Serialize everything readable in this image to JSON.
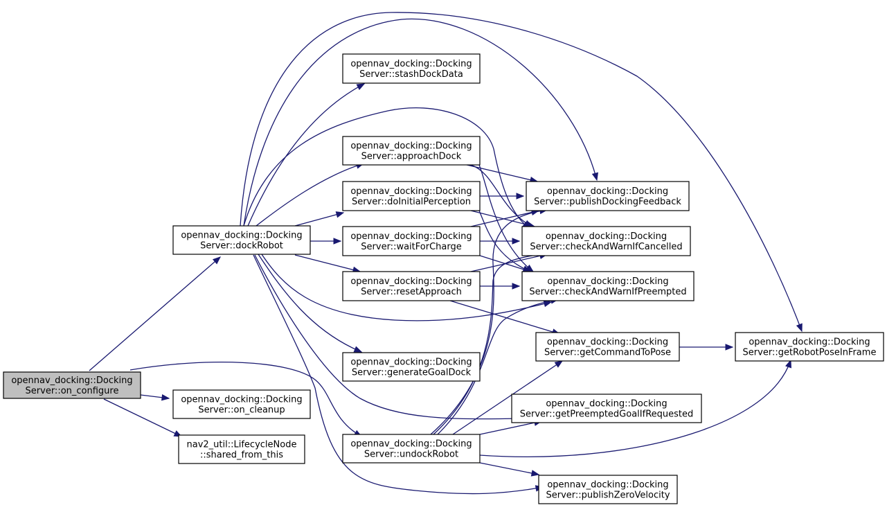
{
  "diagram": {
    "edge_color": "#191970",
    "root_fill": "#bfbfbf",
    "nodes": [
      {
        "id": "on_configure",
        "line1": "opennav_docking::Docking",
        "line2": "Server::on_configure",
        "root": true
      },
      {
        "id": "dockRobot",
        "line1": "opennav_docking::Docking",
        "line2": "Server::dockRobot"
      },
      {
        "id": "on_cleanup",
        "line1": "opennav_docking::Docking",
        "line2": "Server::on_cleanup"
      },
      {
        "id": "shared_from_this",
        "line1": "nav2_util::LifecycleNode",
        "line2": "::shared_from_this"
      },
      {
        "id": "undockRobot",
        "line1": "opennav_docking::Docking",
        "line2": "Server::undockRobot"
      },
      {
        "id": "stashDockData",
        "line1": "opennav_docking::Docking",
        "line2": "Server::stashDockData"
      },
      {
        "id": "approachDock",
        "line1": "opennav_docking::Docking",
        "line2": "Server::approachDock"
      },
      {
        "id": "doInitialPerception",
        "line1": "opennav_docking::Docking",
        "line2": "Server::doInitialPerception"
      },
      {
        "id": "waitForCharge",
        "line1": "opennav_docking::Docking",
        "line2": "Server::waitForCharge"
      },
      {
        "id": "resetApproach",
        "line1": "opennav_docking::Docking",
        "line2": "Server::resetApproach"
      },
      {
        "id": "generateGoalDock",
        "line1": "opennav_docking::Docking",
        "line2": "Server::generateGoalDock"
      },
      {
        "id": "publishDockingFeedback",
        "line1": "opennav_docking::Docking",
        "line2": "Server::publishDockingFeedback"
      },
      {
        "id": "checkAndWarnIfCancelled",
        "line1": "opennav_docking::Docking",
        "line2": "Server::checkAndWarnIfCancelled"
      },
      {
        "id": "checkAndWarnIfPreempted",
        "line1": "opennav_docking::Docking",
        "line2": "Server::checkAndWarnIfPreempted"
      },
      {
        "id": "getCommandToPose",
        "line1": "opennav_docking::Docking",
        "line2": "Server::getCommandToPose"
      },
      {
        "id": "getPreemptedGoalIfRequested",
        "line1": "opennav_docking::Docking",
        "line2": "Server::getPreemptedGoalIfRequested"
      },
      {
        "id": "publishZeroVelocity",
        "line1": "opennav_docking::Docking",
        "line2": "Server::publishZeroVelocity"
      },
      {
        "id": "getRobotPoseInFrame",
        "line1": "opennav_docking::Docking",
        "line2": "Server::getRobotPoseInFrame"
      }
    ],
    "edges": [
      {
        "from": "on_configure",
        "to": "dockRobot"
      },
      {
        "from": "on_configure",
        "to": "on_cleanup"
      },
      {
        "from": "on_configure",
        "to": "shared_from_this"
      },
      {
        "from": "on_configure",
        "to": "undockRobot"
      },
      {
        "from": "dockRobot",
        "to": "stashDockData"
      },
      {
        "from": "dockRobot",
        "to": "approachDock"
      },
      {
        "from": "dockRobot",
        "to": "doInitialPerception"
      },
      {
        "from": "dockRobot",
        "to": "waitForCharge"
      },
      {
        "from": "dockRobot",
        "to": "resetApproach"
      },
      {
        "from": "dockRobot",
        "to": "generateGoalDock"
      },
      {
        "from": "dockRobot",
        "to": "publishDockingFeedback"
      },
      {
        "from": "dockRobot",
        "to": "checkAndWarnIfCancelled"
      },
      {
        "from": "dockRobot",
        "to": "checkAndWarnIfPreempted"
      },
      {
        "from": "dockRobot",
        "to": "getRobotPoseInFrame"
      },
      {
        "from": "dockRobot",
        "to": "getPreemptedGoalIfRequested"
      },
      {
        "from": "dockRobot",
        "to": "publishZeroVelocity"
      },
      {
        "from": "approachDock",
        "to": "publishDockingFeedback"
      },
      {
        "from": "approachDock",
        "to": "checkAndWarnIfCancelled"
      },
      {
        "from": "approachDock",
        "to": "checkAndWarnIfPreempted"
      },
      {
        "from": "doInitialPerception",
        "to": "publishDockingFeedback"
      },
      {
        "from": "doInitialPerception",
        "to": "checkAndWarnIfCancelled"
      },
      {
        "from": "doInitialPerception",
        "to": "checkAndWarnIfPreempted"
      },
      {
        "from": "waitForCharge",
        "to": "publishDockingFeedback"
      },
      {
        "from": "waitForCharge",
        "to": "checkAndWarnIfCancelled"
      },
      {
        "from": "waitForCharge",
        "to": "checkAndWarnIfPreempted"
      },
      {
        "from": "resetApproach",
        "to": "checkAndWarnIfCancelled"
      },
      {
        "from": "resetApproach",
        "to": "checkAndWarnIfPreempted"
      },
      {
        "from": "resetApproach",
        "to": "getCommandToPose"
      },
      {
        "from": "getCommandToPose",
        "to": "getRobotPoseInFrame"
      },
      {
        "from": "undockRobot",
        "to": "publishDockingFeedback"
      },
      {
        "from": "undockRobot",
        "to": "checkAndWarnIfCancelled"
      },
      {
        "from": "undockRobot",
        "to": "checkAndWarnIfPreempted"
      },
      {
        "from": "undockRobot",
        "to": "getCommandToPose"
      },
      {
        "from": "undockRobot",
        "to": "getPreemptedGoalIfRequested"
      },
      {
        "from": "undockRobot",
        "to": "getRobotPoseInFrame"
      },
      {
        "from": "undockRobot",
        "to": "publishZeroVelocity"
      }
    ]
  }
}
